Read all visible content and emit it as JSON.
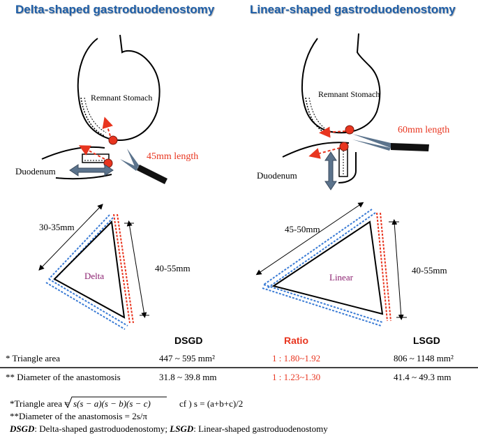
{
  "headings": {
    "left": "Delta-shaped gastroduodenostomy",
    "right": "Linear-shaped gastroduodenostomy"
  },
  "anatomy": {
    "stomach_label": "Remnant Stomach",
    "duodenum_label": "Duodenum",
    "left_stapler": "45mm length",
    "right_stapler": "60mm length"
  },
  "triangles": {
    "delta": {
      "name": "Delta",
      "side_a": "30-35mm",
      "side_b": "40-55mm"
    },
    "linear": {
      "name": "Linear",
      "side_a": "45-50mm",
      "side_b": "40-55mm"
    }
  },
  "table": {
    "headers": {
      "dsgd": "DSGD",
      "ratio": "Ratio",
      "lsgd": "LSGD"
    },
    "rows": [
      {
        "label": "* Triangle area",
        "dsgd": "447 ~ 595 mm²",
        "ratio": "1 : 1.80~1.92",
        "lsgd": "806 ~ 1148 mm²"
      },
      {
        "label": "** Diameter of  the anastomosis",
        "dsgd": "31.8 ~ 39.8 mm",
        "ratio": "1 : 1.23~1.30",
        "lsgd": "41.4 ~ 49.3 mm"
      }
    ]
  },
  "footnotes": {
    "area_prefix": "*Triangle area =",
    "area_formula": "s(s − a)(s − b)(s − c)",
    "area_cf": "cf ) s = (a+b+c)/2",
    "diameter": "**Diameter of the anastomosis = 2s/π",
    "abbr_dsgd": "DSGD",
    "abbr_dsgd_text": ": Delta-shaped gastroduodenostomy; ",
    "abbr_lsgd": "LSGD",
    "abbr_lsgd_text": ": Linear-shaped gastroduodenostomy"
  },
  "colors": {
    "heading": "#1f5fa8",
    "accent_red": "#e8351f",
    "blue_dash": "#3a7bd5",
    "triangle_label": "#8b1f6f"
  }
}
